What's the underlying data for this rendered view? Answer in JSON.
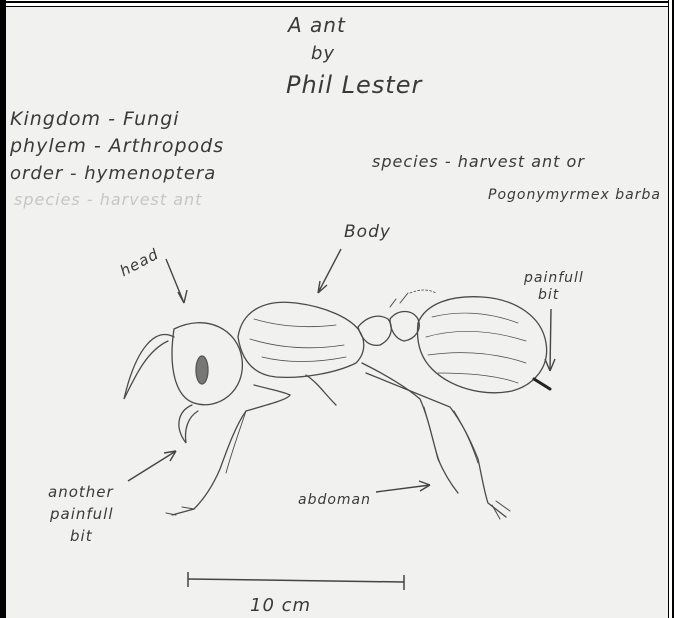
{
  "title_line1": "A ant",
  "title_line2": "by",
  "title_line3": "Phil Lester",
  "classification": {
    "kingdom": "Kingdom - Fungi",
    "phylum": "phylem - Arthropods",
    "order": "order - hymenoptera",
    "faint_species": "species - harvest ant"
  },
  "species": {
    "line1": "species - harvest ant or",
    "line2": "Pogonymyrmex barba"
  },
  "labels": {
    "head": "head",
    "body": "Body",
    "painful1": "painfull",
    "painful2": "bit",
    "another1": "another",
    "another2": "painfull",
    "another3": "bit",
    "abdomen": "abdoman"
  },
  "scale": {
    "label": "10 cm"
  },
  "colors": {
    "paper": "#f1f1ef",
    "pencil": "#3a3a3a"
  }
}
